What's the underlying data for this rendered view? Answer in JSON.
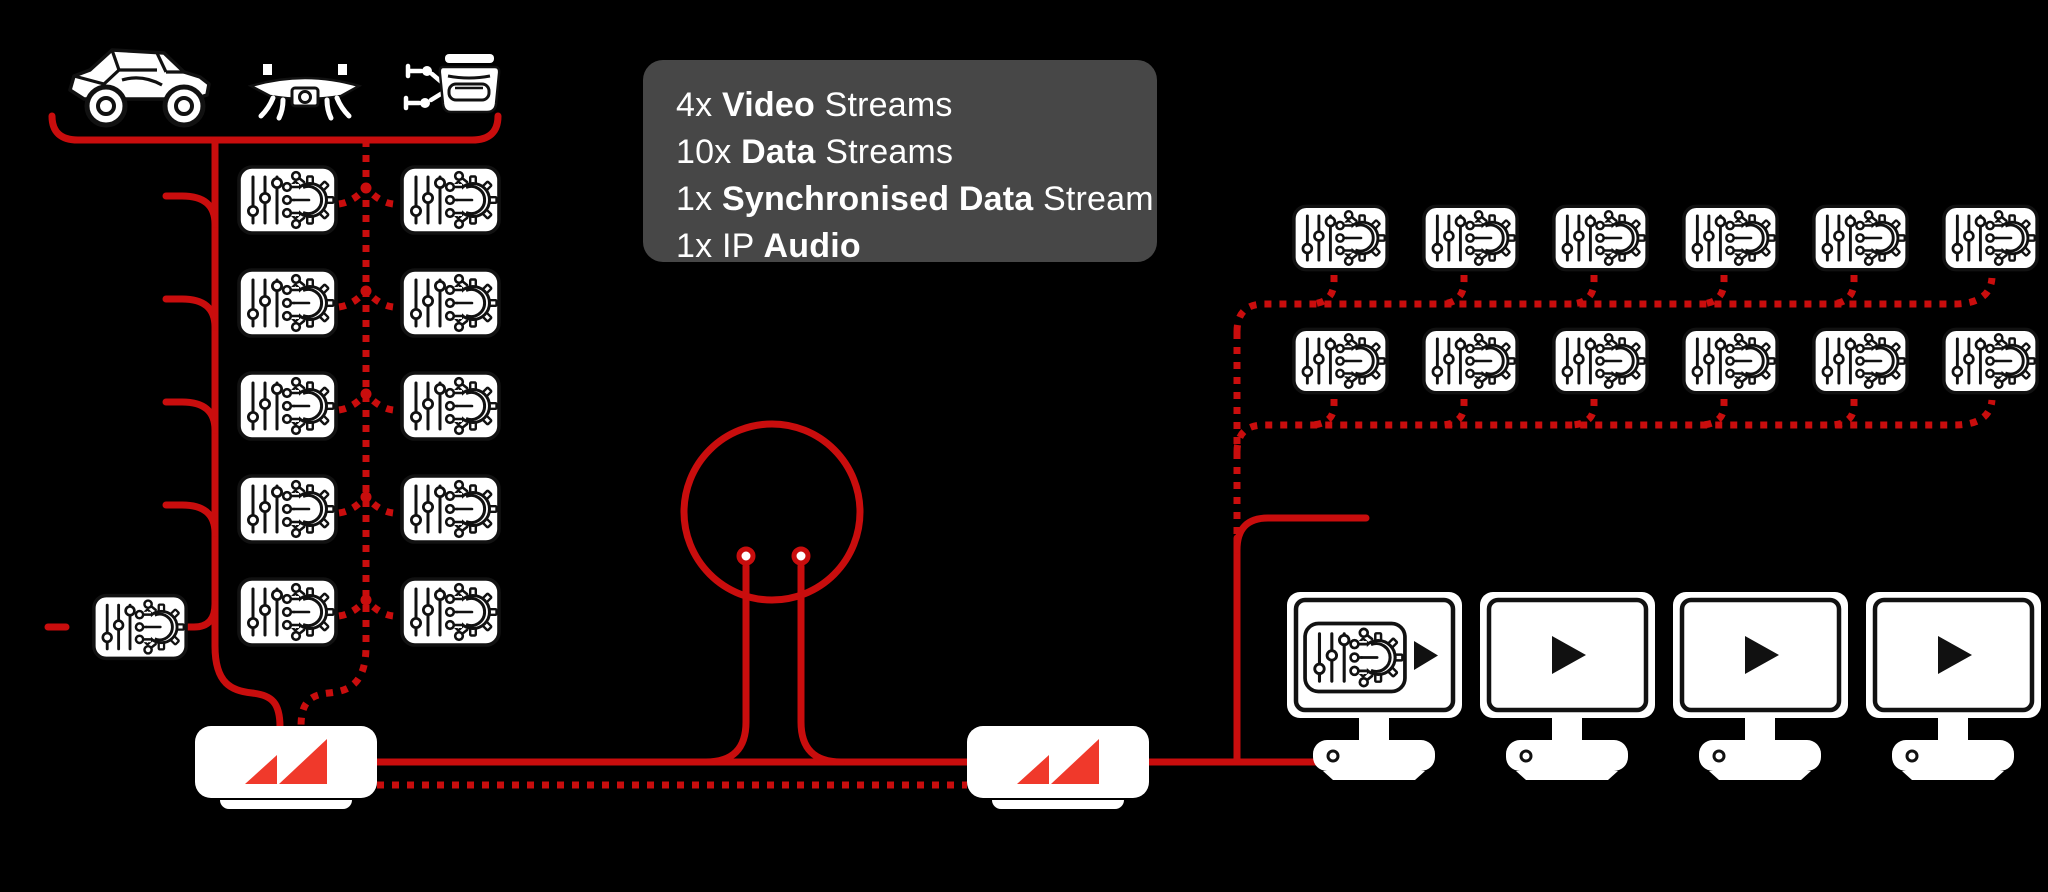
{
  "diagram_title": "wireless-video-data-streaming-architecture",
  "colors": {
    "background": "#000000",
    "line_red": "#c90d0d",
    "logo_red": "#f0392b",
    "panel_bg": "#474747",
    "panel_text": "#ffffff",
    "icon_ink": "#111111",
    "icon_fill": "#ffffff"
  },
  "stream_summary": {
    "lines": [
      [
        {
          "text": "4x ",
          "bold": false
        },
        {
          "text": "Video",
          "bold": true
        },
        {
          "text": " Streams",
          "bold": false
        }
      ],
      [
        {
          "text": "10x ",
          "bold": false
        },
        {
          "text": "Data",
          "bold": true
        },
        {
          "text": " Streams",
          "bold": false
        }
      ],
      [
        {
          "text": "1x ",
          "bold": false
        },
        {
          "text": "Synchronised Data",
          "bold": true
        },
        {
          "text": " Stream",
          "bold": false
        }
      ],
      [
        {
          "text": "1x IP ",
          "bold": false
        },
        {
          "text": "Audio",
          "bold": true
        }
      ]
    ]
  },
  "sources": {
    "items": [
      "utv-vehicle",
      "drone",
      "fpv-headset"
    ]
  },
  "processors": {
    "icon": "data-processor",
    "left_grid": {
      "rows": 5,
      "cols": 2
    },
    "left_extra_count": 1,
    "right_grid": {
      "rows": 2,
      "cols": 6
    }
  },
  "link": {
    "transmitter": "radio-transmitter-unit",
    "receiver": "radio-receiver-unit",
    "medium": "rf-radio-link-circle",
    "solid_line_meaning": "video-data-bus",
    "dotted_line_meaning": "synchronised-data-bus"
  },
  "monitors": {
    "count": 4,
    "first_shows_processor": true,
    "screen_icon": "play"
  }
}
